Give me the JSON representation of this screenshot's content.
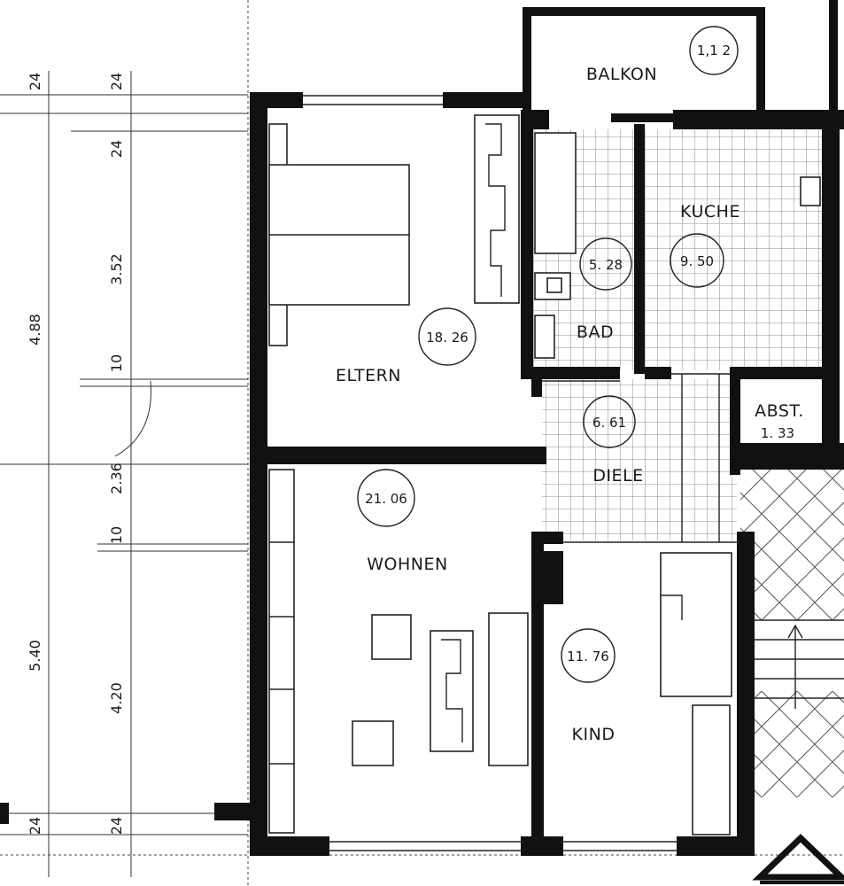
{
  "rooms": {
    "balkon": {
      "label": "BALKON",
      "area": "1,1 2"
    },
    "kueche": {
      "label": "KUCHE",
      "area": "9. 50"
    },
    "bad": {
      "label": "BAD",
      "area": "5. 28"
    },
    "eltern": {
      "label": "ELTERN",
      "area": "18. 26"
    },
    "abst": {
      "label": "ABST.",
      "area": "1. 33"
    },
    "diele": {
      "label": "DIELE",
      "area": "6. 61"
    },
    "wohnen": {
      "label": "WOHNEN",
      "area": "21. 06"
    },
    "kind": {
      "label": "KIND",
      "area": "11. 76"
    }
  },
  "dimensions": {
    "outer": [
      "4.88",
      "5.40"
    ],
    "inner": [
      "24",
      "24",
      "3.52",
      "10",
      "2.36",
      "10",
      "4.20",
      "24"
    ],
    "outer_top": "24",
    "outer_bottom": "24"
  }
}
